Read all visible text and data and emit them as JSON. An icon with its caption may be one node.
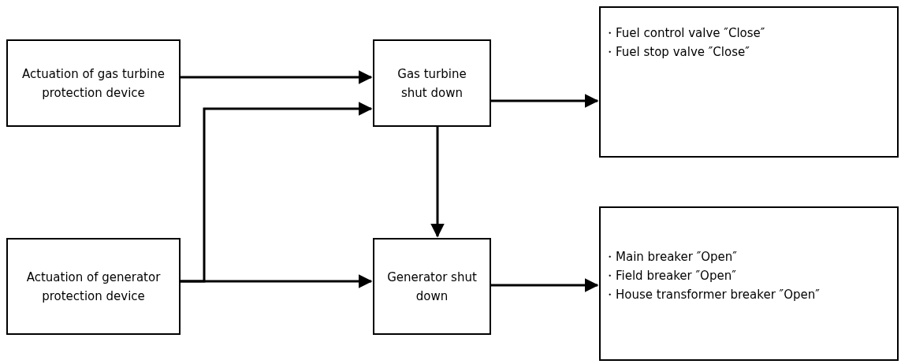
{
  "diagram": {
    "nodes": [
      {
        "text": [
          "Actuation of gas turbine protection device"
        ]
      },
      {
        "text": [
          "Gas turbine shut down"
        ]
      },
      {
        "text": [
          "・Fuel control valve ″Close″",
          "・Fuel stop valve ″Close″"
        ]
      },
      {
        "text": [
          "Actuation of generator protection device"
        ]
      },
      {
        "text": [
          "Generator shut down"
        ]
      },
      {
        "text": [
          "・Main breaker ″Open″",
          "・Field breaker ″Open″",
          "・House transformer breaker ″Open″"
        ]
      }
    ],
    "edges": [
      {
        "from": 0,
        "to": 1,
        "arrow": "to"
      },
      {
        "from": 3,
        "to": 1,
        "arrow": "to"
      },
      {
        "from": 1,
        "to": 2,
        "arrow": "to"
      },
      {
        "from": 1,
        "to": 4,
        "arrow": "to"
      },
      {
        "from": 3,
        "to": 4,
        "arrow": "to"
      },
      {
        "from": 4,
        "to": 5,
        "arrow": "to"
      }
    ]
  }
}
